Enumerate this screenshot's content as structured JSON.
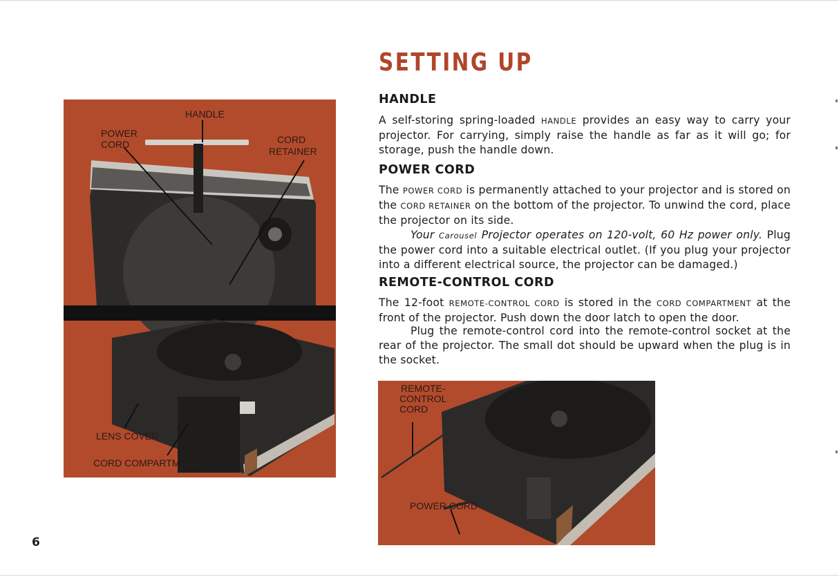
{
  "page": {
    "title": "SETTING UP",
    "page_number": "6"
  },
  "sections": {
    "handle": {
      "heading": "HANDLE",
      "p1": {
        "a": "A self-storing spring-loaded ",
        "sc1": "HANDLE",
        "b": " provides an easy way to carry your projector. For carrying, simply raise the handle as far as it will go; for storage, push the handle down."
      }
    },
    "power_cord": {
      "heading": "POWER CORD",
      "p1": {
        "a": "The ",
        "sc1": "POWER CORD",
        "b": " is permanently attached to your projector and is stored on the ",
        "sc2": "CORD RETAINER",
        "c": " on the bottom of the projector. To unwind the cord, place the projector on its side."
      },
      "p2": {
        "it1": "Your ",
        "sc1": "Carousel",
        "it2": " Projector operates on 120-volt, 60 Hz power only.",
        "b": " Plug the power cord into a suitable electrical outlet. (If you plug your projector into a different electrical source, the projector can be damaged.)"
      }
    },
    "remote_cord": {
      "heading": "REMOTE-CONTROL CORD",
      "p1": {
        "a": "The 12-foot ",
        "sc1": "REMOTE-CONTROL CORD",
        "b": " is stored in the ",
        "sc2": "CORD COMPARTMENT",
        "c": " at the front of the projector. Push down the door latch to open the door."
      },
      "p2": {
        "a": "Plug the remote-control cord into the remote-control socket at the rear of the projector. The small dot should be upward when the plug is in the socket."
      }
    }
  },
  "figure_left": {
    "labels": {
      "handle": "HANDLE",
      "power_1": "POWER",
      "power_2": "CORD",
      "retainer_1": "CORD",
      "retainer_2": "RETAINER",
      "lens_cover": "LENS COVER",
      "cord_compartment": "CORD COMPARTMENT"
    },
    "background_color": "#b24b2c"
  },
  "figure_right": {
    "labels": {
      "remote_1": "REMOTE-",
      "remote_2": "CONTROL",
      "remote_3": "CORD",
      "power_cord": "POWER CORD"
    },
    "background_color": "#b24b2c"
  },
  "colors": {
    "title": "#b0452a",
    "photo_background": "#b24b2c"
  }
}
